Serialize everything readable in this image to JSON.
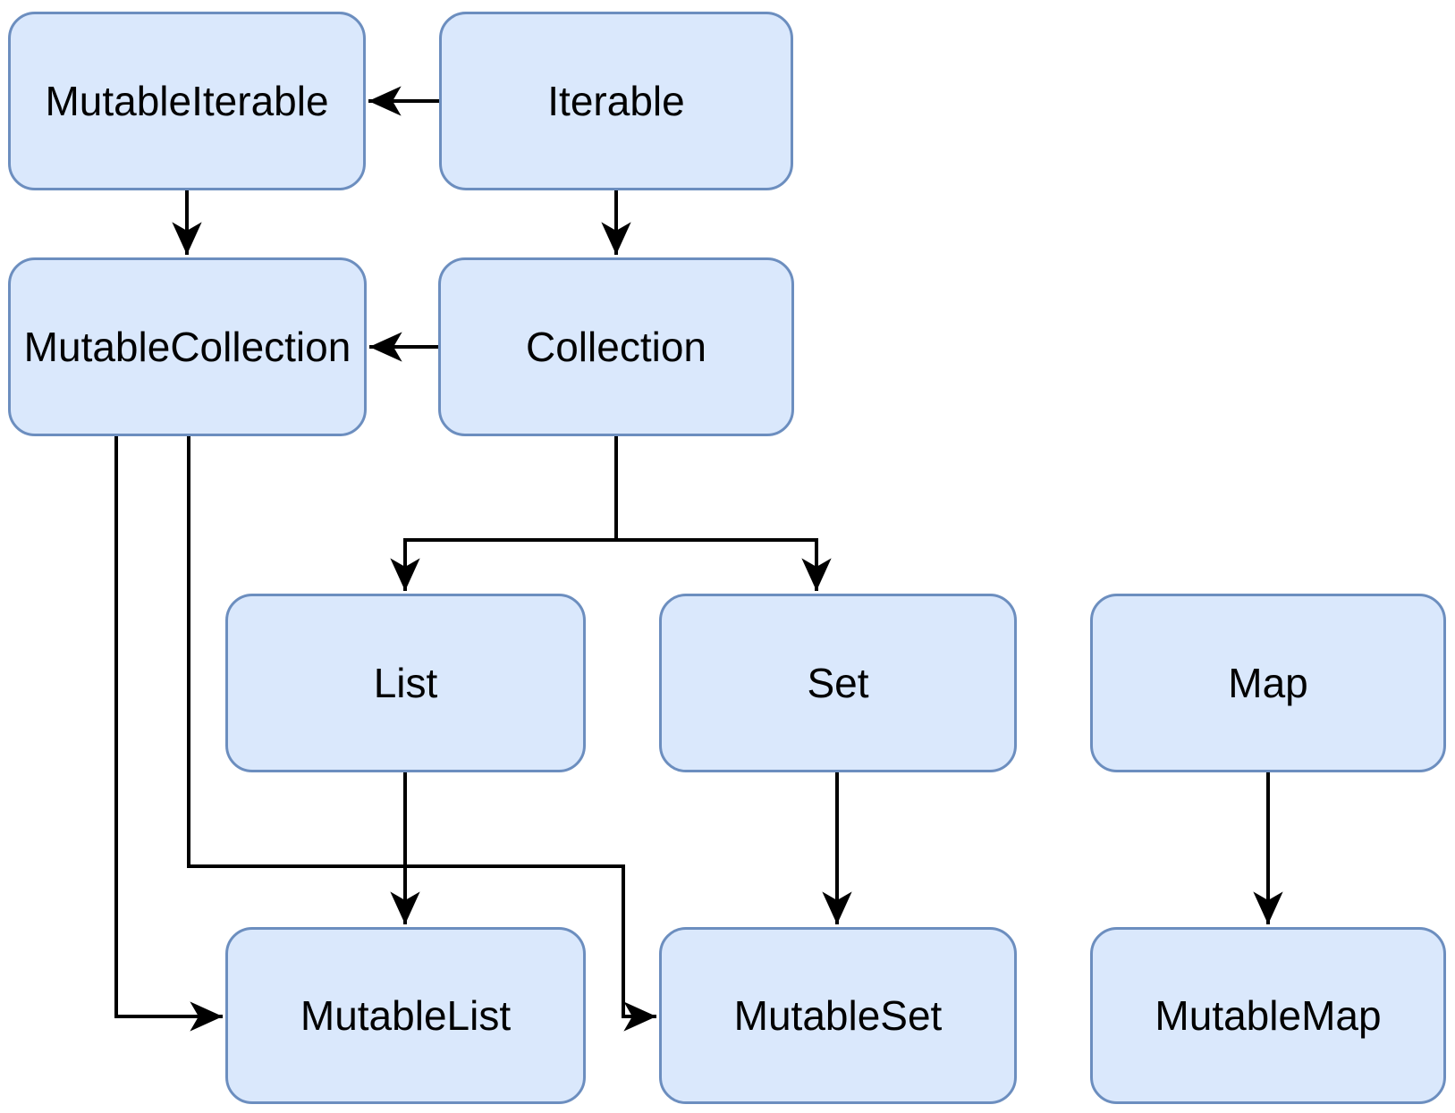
{
  "diagram": {
    "colors": {
      "background": "#ffffff",
      "node_fill": "#dae8fc",
      "node_stroke": "#6c8ebf",
      "edge": "#000000",
      "label": "#000000"
    },
    "nodes": {
      "mutable_iterable": {
        "label": "MutableIterable"
      },
      "iterable": {
        "label": "Iterable"
      },
      "mutable_collection": {
        "label": "MutableCollection"
      },
      "collection": {
        "label": "Collection"
      },
      "list": {
        "label": "List"
      },
      "set": {
        "label": "Set"
      },
      "map": {
        "label": "Map"
      },
      "mutable_list": {
        "label": "MutableList"
      },
      "mutable_set": {
        "label": "MutableSet"
      },
      "mutable_map": {
        "label": "MutableMap"
      }
    },
    "edges": [
      {
        "from": "Iterable",
        "to": "MutableIterable"
      },
      {
        "from": "MutableIterable",
        "to": "MutableCollection"
      },
      {
        "from": "Iterable",
        "to": "Collection"
      },
      {
        "from": "Collection",
        "to": "MutableCollection"
      },
      {
        "from": "Collection",
        "to": "List"
      },
      {
        "from": "Collection",
        "to": "Set"
      },
      {
        "from": "List",
        "to": "MutableList"
      },
      {
        "from": "Set",
        "to": "MutableSet"
      },
      {
        "from": "Map",
        "to": "MutableMap"
      },
      {
        "from": "MutableCollection",
        "to": "MutableList"
      },
      {
        "from": "MutableCollection",
        "to": "MutableSet"
      }
    ]
  }
}
